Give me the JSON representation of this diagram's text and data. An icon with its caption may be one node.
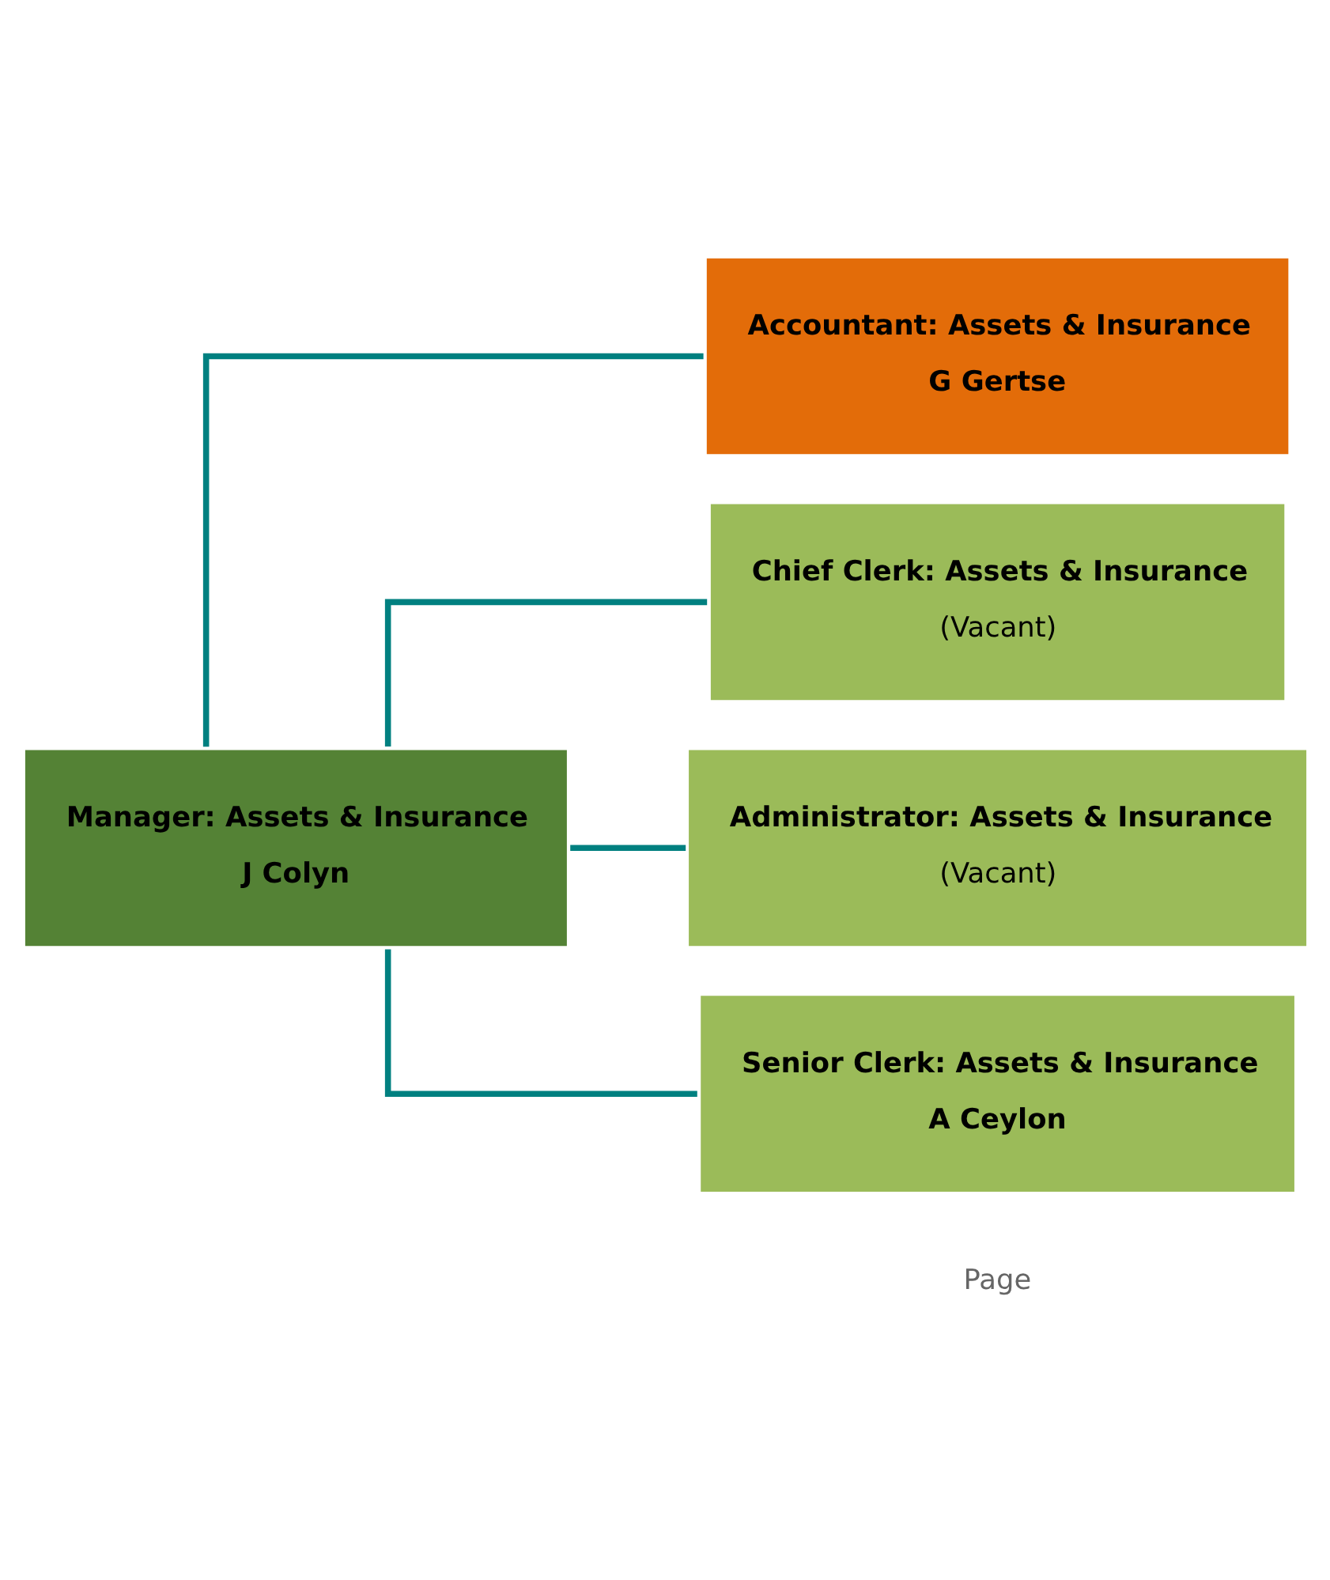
{
  "diagram": {
    "nodes": [
      {
        "text": [
          "Manager: Assets & Insurance",
          "J Colyn"
        ]
      },
      {
        "text": [
          "Accountant: Assets & Insurance",
          "G Gertse"
        ]
      },
      {
        "text": [
          "Chief Clerk: Assets & Insurance",
          "(Vacant)"
        ]
      },
      {
        "text": [
          "Administrator: Assets & Insurance",
          "(Vacant)"
        ]
      },
      {
        "text": [
          "Senior Clerk: Assets & Insurance",
          "A Ceylon"
        ]
      }
    ],
    "edges": [
      {
        "from": 0,
        "to": 1,
        "arrow": "none"
      },
      {
        "from": 0,
        "to": 2,
        "arrow": "none"
      },
      {
        "from": 0,
        "to": 3,
        "arrow": "none"
      },
      {
        "from": 0,
        "to": 4,
        "arrow": "none"
      }
    ],
    "labels": [
      "Page"
    ]
  }
}
